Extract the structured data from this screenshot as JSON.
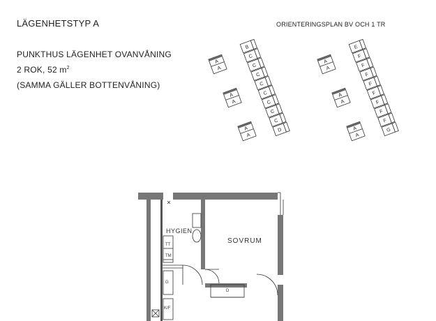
{
  "header": {
    "title": "LÄGENHETSTYP A",
    "orientation_label": "ORIENTERINGSPLAN BV OCH 1 TR"
  },
  "description": {
    "line1": "PUNKTHUS LÄGENHET OVANVÅNING",
    "line2_prefix": "2 ROK, 52 m",
    "line2_superscript": "2",
    "line3": "(SAMMA GÄLLER BOTTENVÅNING)"
  },
  "orientation_plan": {
    "left_block": {
      "pairs": [
        "A",
        "A",
        "A"
      ],
      "row_letters": [
        "B",
        "C",
        "C",
        "C",
        "C",
        "C",
        "C",
        "C",
        "C",
        "D"
      ]
    },
    "right_block": {
      "pairs": [
        "A",
        "A",
        "A"
      ],
      "row_letters": [
        "E",
        "F",
        "F",
        "F",
        "F",
        "F",
        "F",
        "F",
        "F",
        "G"
      ]
    }
  },
  "floor_plan": {
    "rooms": {
      "hygien": "HYGIEN",
      "sovrum": "SOVRUM"
    },
    "small_labels": {
      "tt": "TT",
      "tm": "TM",
      "g": "G",
      "kf": "K/F",
      "d": "D"
    }
  },
  "colors": {
    "wall": "#777777",
    "line": "#333333",
    "text": "#222222"
  }
}
